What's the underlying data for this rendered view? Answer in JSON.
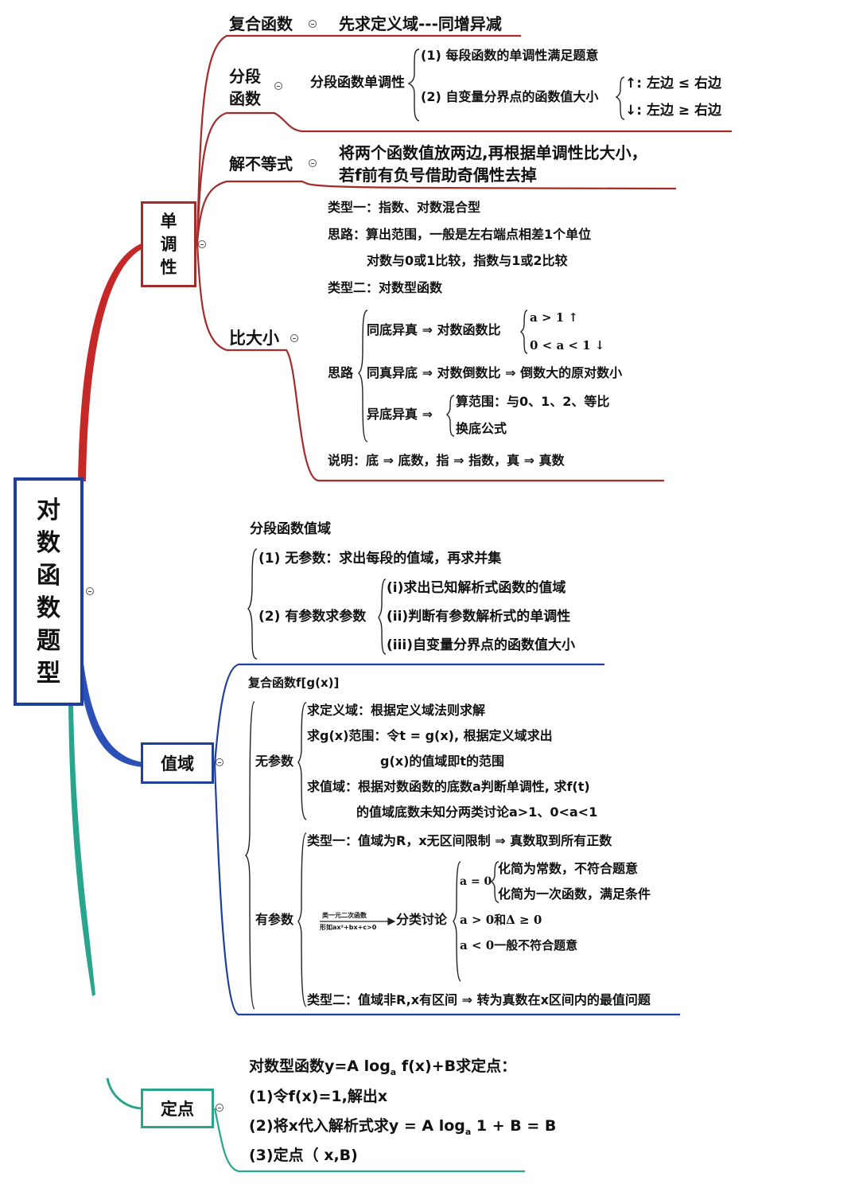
{
  "root": {
    "chars": [
      "对",
      "数",
      "函",
      "数",
      "题",
      "型"
    ]
  },
  "mono": {
    "node_chars": [
      "单",
      "调",
      "性"
    ],
    "composite": {
      "label": "复合函数",
      "text": "先求定义域---同增异减"
    },
    "piecewise": {
      "label_line1": "分段",
      "label_line2": "函数",
      "sub_label": "分段函数单调性",
      "item1": "(1) 每段函数的单调性满足题意",
      "item2": "(2) 自变量分界点的函数值大小",
      "up": "↑: 左边 ≤ 右边",
      "down": "↓: 左边 ≥ 右边"
    },
    "inequality": {
      "label": "解不等式",
      "line1": "将两个函数值放两边,再根据单调性比大小，",
      "line2": "若f前有负号借助奇偶性去掉"
    },
    "compare": {
      "label": "比大小",
      "type1": "类型一：指数、对数混合型",
      "idea1": "思路：算出范围，一般是左右端点相差1个单位",
      "idea1b": "对数与0或1比较，指数与1或2比较",
      "type2": "类型二：对数型函数",
      "idea2_label": "思路",
      "same_base": "同底异真 ⇒ 对数函数比",
      "a_gt_1": "a > 1 ↑",
      "a_lt_1": "0 < a < 1 ↓",
      "same_arg": "同真异底 ⇒ 对数倒数比 ⇒ 倒数大的原对数小",
      "diff_both": "异底异真 ⇒",
      "range": "算范围：与0、1、2、等比",
      "change_base": "换底公式",
      "note": "说明：底 ⇒ 底数，指 ⇒ 指数，真 ⇒ 真数"
    }
  },
  "range": {
    "node_label": "值域",
    "piecewise": {
      "title": "分段函数值域",
      "item1": "(1) 无参数：求出每段的值域，再求并集",
      "item2": "(2) 有参数求参数",
      "sub1": "(i)求出已知解析式函数的值域",
      "sub2": "(ii)判断有参数解析式的单调性",
      "sub3": "(iii)自变量分界点的函数值大小"
    },
    "composite": {
      "title": "复合函数f[g(x)]",
      "noparam_label": "无参数",
      "step1": "求定义域：根据定义域法则求解",
      "step2": "求g(x)范围：令t = g(x), 根据定义域求出",
      "step2b": "g(x)的值域即t的范围",
      "step3": "求值域：根据对数函数的底数a判断单调性, 求f(t)",
      "step3b": "的值域底数未知分两类讨论a>1、0<a<1",
      "param_label": "有参数",
      "ptype1": "类型一：值域为R，x无区间限制 ⇒ 真数取到所有正数",
      "arrow_top": "类一元二次函数",
      "arrow_bottom": "形如ax²+bx+c>0",
      "classify": "分类讨论",
      "a_eq_0": "a = 0",
      "const": "化简为常数，不符合题意",
      "linear": "化简为一次函数，满足条件",
      "a_pos": "a > 0和Δ ≥ 0",
      "a_neg": "a < 0一般不符合题意",
      "ptype2": "类型二：值域非R,x有区间 ⇒ 转为真数在x区间内的最值问题"
    }
  },
  "fixed": {
    "node_label": "定点",
    "title_pre": "对数型函数y=A log",
    "title_sub": "a",
    "title_post": " f(x)+B求定点：",
    "step1": "(1)令f(x)=1,解出x",
    "step2_pre": "(2)将x代入解析式求y = A log",
    "step2_sub": "a",
    "step2_post": " 1 + B = B",
    "step3": "(3)定点（ x,B)"
  },
  "colors": {
    "red": "#b22222",
    "blue": "#1f3f9e",
    "teal": "#2e9e8c",
    "root_border": "#1f3f9e"
  }
}
